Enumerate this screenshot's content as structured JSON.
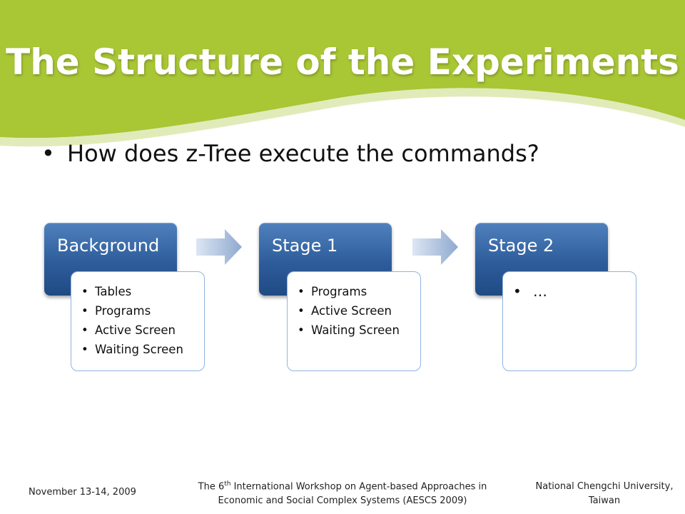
{
  "slide": {
    "title": "The Structure of the Experiments",
    "bullet": "How does z-Tree execute the commands?"
  },
  "colors": {
    "header_green": "#a9c634",
    "stage_blue": "#2e5c9b",
    "body_border": "#8fb4e0"
  },
  "stages": [
    {
      "name": "Background",
      "items": [
        "Tables",
        "Programs",
        "Active Screen",
        "Waiting Screen"
      ]
    },
    {
      "name": "Stage 1",
      "items": [
        "Programs",
        "Active Screen",
        "Waiting Screen"
      ]
    },
    {
      "name": "Stage 2",
      "items": [
        "…"
      ]
    }
  ],
  "footer": {
    "date": "November 13-14, 2009",
    "workshop_prefix": "The 6",
    "workshop_sup": "th",
    "workshop_line1_rest": " International Workshop on Agent-based Approaches in",
    "workshop_line2": "Economic and Social Complex Systems (AESCS 2009)",
    "university_line1": "National Chengchi University,",
    "university_line2": "Taiwan"
  }
}
